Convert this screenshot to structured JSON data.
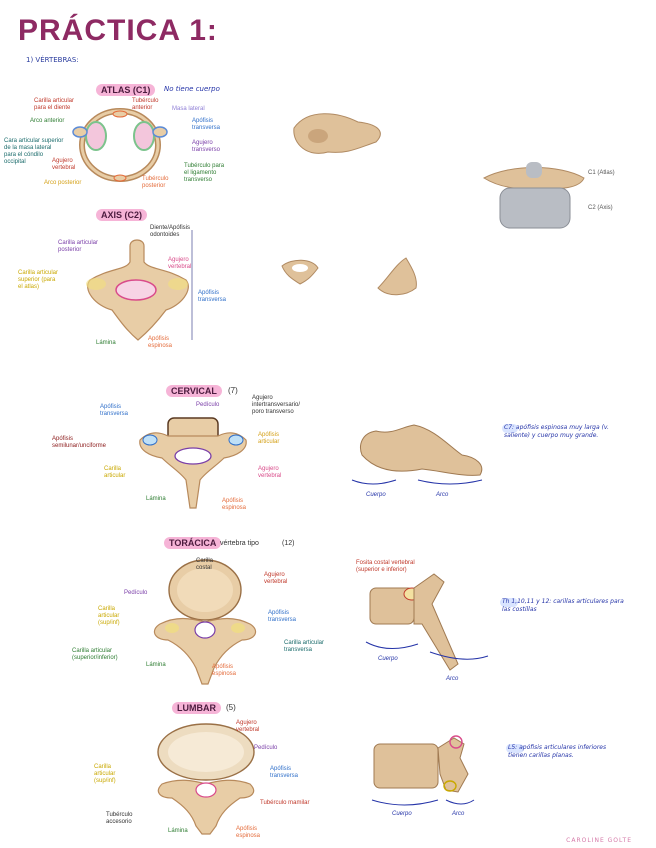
{
  "title": "PRÁCTICA 1:",
  "subtitle": "1) VÉRTEBRAS:",
  "footer": "CAROLINE GOLTE",
  "colors": {
    "title": "#8e2a63",
    "highlight": "#f6b4d7",
    "bone": "#e4c49c",
    "note": "#2534a8"
  },
  "atlas": {
    "heading": "ATLAS (C1)",
    "note": "No tiene cuerpo",
    "labels": {
      "carilla_ant": "Carilla articular\npara el diente",
      "tuberculo_ant": "Tubérculo\nanterior",
      "arco_anterior": "Arco anterior",
      "masa_lateral": "Masa lateral",
      "apofisis_transversa": "Apófisis\ntransversa",
      "agujero_transverso": "Agujero\ntransverso",
      "carilla_sup": "Cara articular superior\nde la masa lateral\npara el cóndilo\noccipital",
      "agujero_vertebral": "Agujero\nvertebral",
      "tuberculo_ligamento": "Tubérculo para\nel ligamento\ntransverso",
      "arco_posterior": "Arco posterior",
      "tuberculo_post": "Tubérculo\nposterior"
    },
    "img_labels": {
      "c1": "C1 (Atlas)",
      "c2": "C2 (Axis)"
    }
  },
  "axis": {
    "heading": "AXIS (C2)",
    "labels": {
      "diente": "Diente/Apófisis\nodontoides",
      "carilla_post": "Carilla articular\nposterior",
      "agujero_vert": "Agujero\nvertebral",
      "carilla_sup": "Carilla articular\nsuperior (para\nel atlas)",
      "apofisis_transv": "Apófisis\ntransversa",
      "lamina": "Lámina",
      "apofisis_esp": "Apófisis\nespinosa"
    }
  },
  "cervical": {
    "heading": "CERVICAL",
    "count": "(7)",
    "labels": {
      "pediculo": "Pedículo",
      "agujero_transv": "Agujero\nintertransversario/\nporo transverso",
      "apofisis_transv": "Apófisis\ntransversa",
      "apofisis_art": "Apófisis\narticular",
      "carilla_art": "Carilla\narticular",
      "apofisis_tubercular": "Apófisis\nsemilunar/unciforme",
      "agujero_vert": "Agujero\nvertebral",
      "lamina": "Lámina",
      "apofisis_esp": "Apófisis\nespinosa"
    },
    "side_note": "C7: apófisis espinosa muy larga (v. saliente) y cuerpo muy grande.",
    "img_labels": {
      "cuerpo": "Cuerpo",
      "arco": "Arco"
    }
  },
  "toracica": {
    "heading": "TORÁCICA",
    "tail": "vértebra tipo",
    "count": "(12)",
    "labels": {
      "carilla_costal": "Carilla\ncostal",
      "agujero_vert": "Agujero\nvertebral",
      "pediculo": "Pedículo",
      "carilla_art_sup": "Carilla\narticular\n(sup/inf)",
      "apofisis_transv": "Apófisis\ntransversa",
      "carilla_transv": "Carilla articular\ntransversa",
      "carilla_sup_inf": "Carilla articular\n(superior/inferior)",
      "lamina": "Lámina",
      "apofisis_esp": "Apófisis\nespinosa"
    },
    "side_note": "Th 1,10,11 y 12: carillas articulares para las costillas",
    "img_labels": {
      "fosita": "Fosita costal vertebral\n(superior e inferior)",
      "cuerpo": "Cuerpo",
      "arco": "Arco"
    }
  },
  "lumbar": {
    "heading": "LUMBAR",
    "count": "(5)",
    "labels": {
      "agujero_vert": "Agujero\nvertebral",
      "pediculo": "Pedículo",
      "carilla_art": "Carilla\narticular\n(sup/inf)",
      "apofisis_transv": "Apófisis\ntransversa",
      "tuberculo_mamilar": "Tubérculo mamilar",
      "tuberculo_accesorio": "Tubérculo\naccesorio",
      "lamina": "Lámina",
      "apofisis_esp": "Apófisis\nespinosa"
    },
    "side_note": "L5: apófisis articulares inferiores tienen carillas planas.",
    "img_labels": {
      "cuerpo": "Cuerpo",
      "arco": "Arco"
    }
  }
}
